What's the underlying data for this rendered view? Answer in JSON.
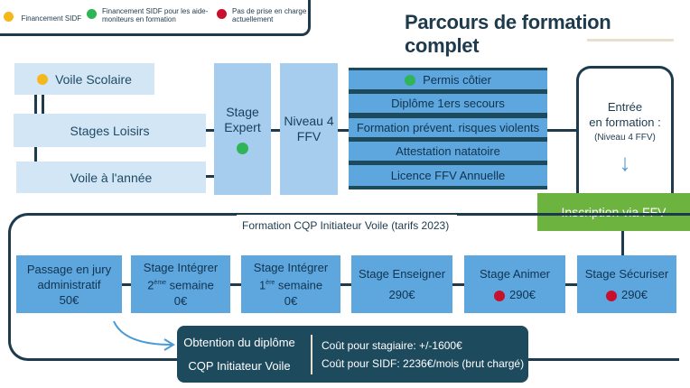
{
  "title": "Parcours de formation complet",
  "legend": [
    {
      "color": "#f5b81c",
      "text": "Financement SIDF"
    },
    {
      "color": "#2fb457",
      "text_line1": "Financement SIDF pour les aide-",
      "text_line2": "moniteurs en formation"
    },
    {
      "color": "#c8102e",
      "text_line1": "Pas de prise en charge",
      "text_line2": "actuellement"
    }
  ],
  "left": {
    "voile_scolaire": "Voile Scolaire",
    "stages_loisirs": "Stages Loisirs",
    "voile_annee": "Voile à l'année"
  },
  "stage_expert": {
    "line1": "Stage",
    "line2": "Expert"
  },
  "niveau4": {
    "line1": "Niveau 4",
    "line2": "FFV"
  },
  "prerequisites": [
    "Permis côtier",
    "Diplôme 1ers secours",
    "Formation prévent. risques violents",
    "Attestation natatoire",
    "Licence FFV Annuelle"
  ],
  "entree": {
    "line1": "Entrée",
    "line2": "en formation :",
    "line3": "(Niveau 4 FFV)"
  },
  "inscription": "Inscription via FFV",
  "cqp_title": "Formation CQP Initiateur Voile (tarifs 2023)",
  "steps": [
    {
      "line1": "Passage en jury",
      "line2": "administratif",
      "price": "50€"
    },
    {
      "line1": "Stage Intégrer",
      "sup_num": "2",
      "sup_txt": "ème",
      "line2_rest": " semaine",
      "price": "0€"
    },
    {
      "line1": "Stage Intégrer",
      "sup_num": "1",
      "sup_txt": "ère",
      "line2_rest": " semaine",
      "price": "0€"
    },
    {
      "line1": "Stage Enseigner",
      "price": "290€"
    },
    {
      "line1": "Stage Animer",
      "price": "290€"
    },
    {
      "line1": "Stage Sécuriser",
      "price": "290€"
    }
  ],
  "obtention": {
    "line1": "Obtention du diplôme",
    "line2": "CQP Initiateur Voile"
  },
  "costs": {
    "line1": "Coût pour stagiaire: +/-1600€",
    "line2": "Coût pour SIDF: 2236€/mois (brut chargé)"
  }
}
